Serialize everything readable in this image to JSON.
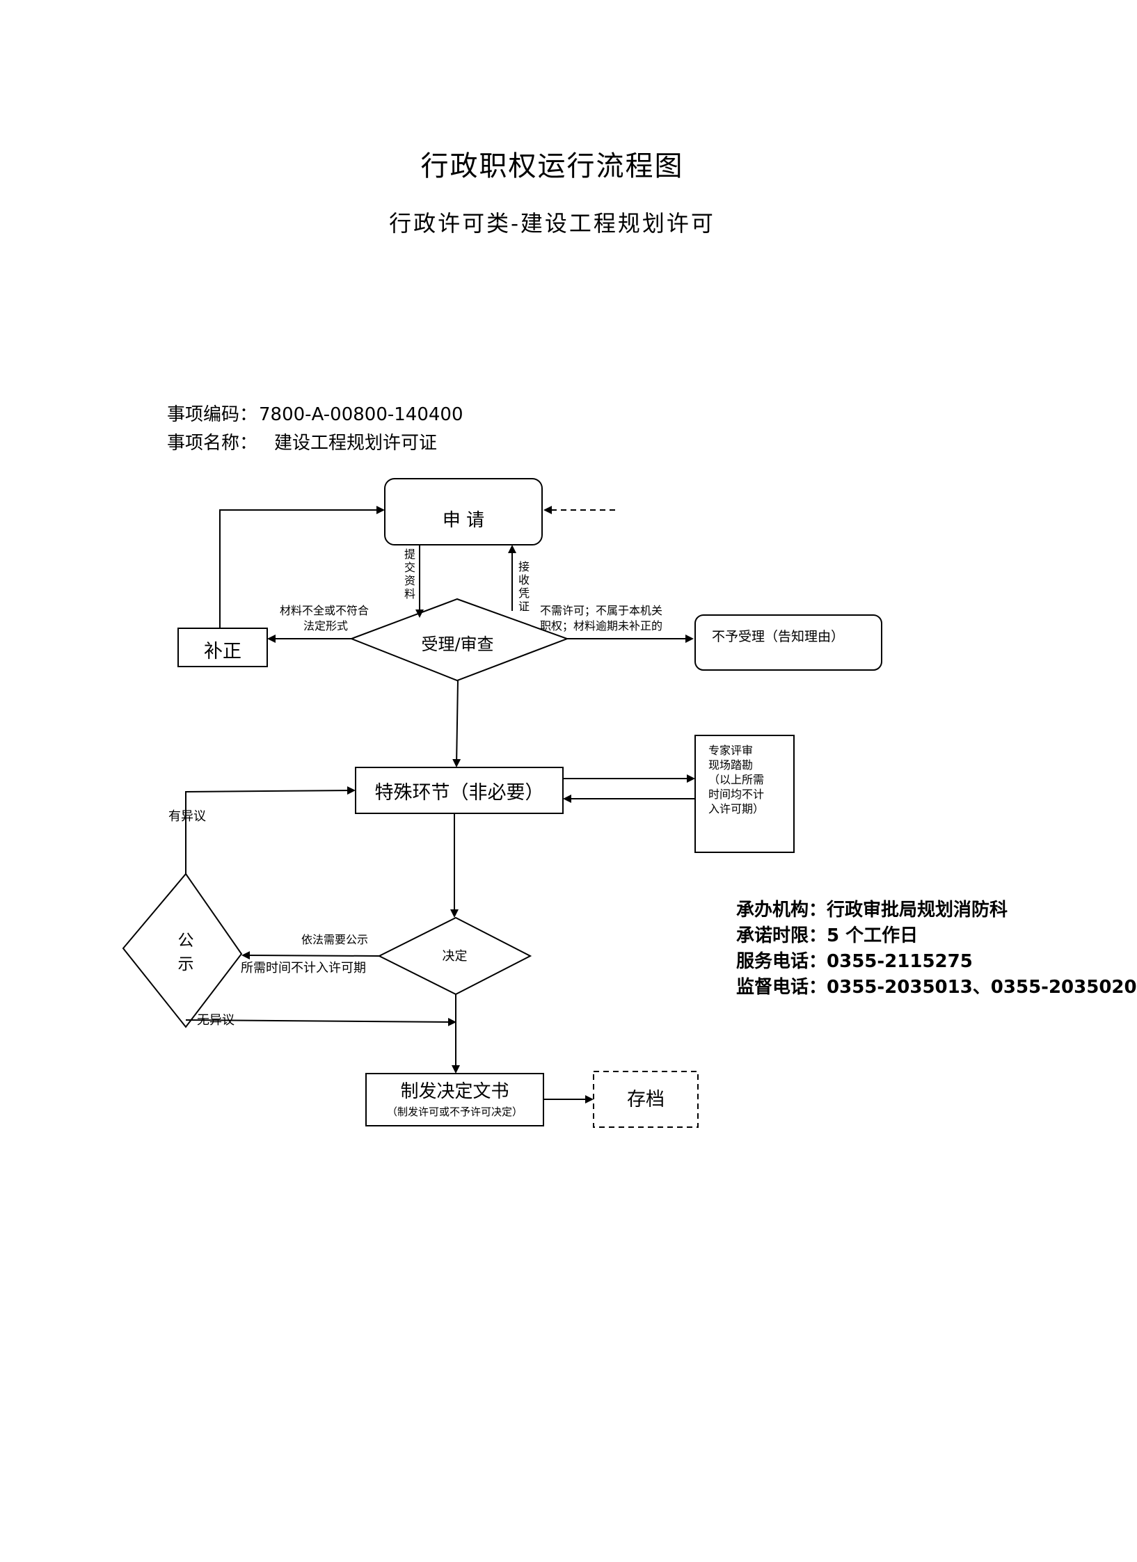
{
  "header": {
    "title": "行政职权运行流程图",
    "subtitle": "行政许可类-建设工程规划许可"
  },
  "meta": {
    "code_label": "事项编码：",
    "code_value": "7800-A-00800-140400",
    "name_label": "事项名称：",
    "name_value": "建设工程规划许可证"
  },
  "nodes": {
    "apply": "申 请",
    "supplement": "补正",
    "review": "受理/审查",
    "reject": "不予受理（告知理由）",
    "special": "特殊环节（非必要）",
    "expert_line1": "专家评审",
    "expert_line2": "现场踏勘",
    "expert_line3": "（以上所需",
    "expert_line4": "时间均不计",
    "expert_line5": "入许可期）",
    "publicity": "公示",
    "decision": "决定",
    "issue": "制发决定文书",
    "issue_sub": "（制发许可或不予许可决定）",
    "archive": "存档"
  },
  "edges": {
    "submit": "提交资料",
    "receipt": "接收凭证",
    "incomplete_line1": "材料不全或不符合",
    "incomplete_line2": "法定形式",
    "not_required_line1": "不需许可；不属于本机关",
    "not_required_line2": "职权；材料逾期未补正的",
    "objection": "有异议",
    "need_publicity": "依法需要公示",
    "time_excluded": "所需时间不计入许可期",
    "no_objection": "无异议"
  },
  "info": {
    "org_label": "承办机构：",
    "org_value": "行政审批局规划消防科",
    "limit_label": "承诺时限：",
    "limit_value": "5 个工作日",
    "service_label": "服务电话：",
    "service_value": "0355-2115275",
    "supervise_label": "监督电话：",
    "supervise_value": "0355-2035013、0355-2035020"
  }
}
